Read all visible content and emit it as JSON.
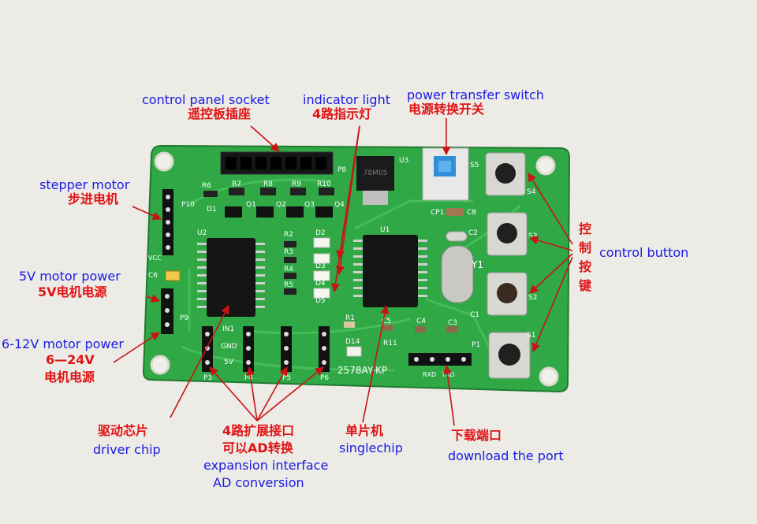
{
  "colors": {
    "english_label": "#1a1ae6",
    "chinese_label": "#e01414",
    "pcb": "#2fa845",
    "background": "#ecebe6"
  },
  "labels": {
    "control_panel_socket_en": "control panel socket",
    "control_panel_socket_zh": "遥控板插座",
    "indicator_light_en": "indicator light",
    "indicator_light_zh": "4路指示灯",
    "power_switch_en": "power transfer switch",
    "power_switch_zh": "电源转换开关",
    "stepper_motor_en": "stepper motor",
    "stepper_motor_zh": "步进电机",
    "motor_5v_en": "5V motor power",
    "motor_5v_zh_bold": "5V",
    "motor_5v_zh": "电机电源",
    "motor_6_12v_en": "6-12V motor power",
    "motor_6_24v_zh_1": "6—24V",
    "motor_6_24v_zh_2": "电机电源",
    "control_key_zh_1": "控",
    "control_key_zh_2": "制",
    "control_key_zh_3": "按",
    "control_key_zh_4": "键",
    "control_button_en": "control button",
    "driver_chip_zh": "驱动芯片",
    "driver_chip_en": "driver chip",
    "expansion_zh_1": "4路扩展接口",
    "expansion_zh_2a": "可以",
    "expansion_zh_2b": "AD",
    "expansion_zh_2c": "转换",
    "expansion_en_1": "expansion interface",
    "expansion_en_2": "AD conversion",
    "singlechip_zh": "单片机",
    "singlechip_en": "singlechip",
    "download_zh": "下载端口",
    "download_en": "download the port"
  },
  "silkscreen": {
    "board_id": "2578AY-KP",
    "p8": "P8",
    "p10": "P10",
    "p9": "P9",
    "p1": "P1",
    "p3": "P3",
    "p4": "P4",
    "p5": "P5",
    "p6": "P6",
    "u1": "U1",
    "u2": "U2",
    "u3": "U3",
    "y1": "Y1",
    "s1": "S1",
    "s2": "S2",
    "s3": "S3",
    "s4": "S4",
    "s5": "S5",
    "c1": "C1",
    "c2": "C2",
    "c3": "C3",
    "c4": "C4",
    "c5": "C5",
    "c6": "C6",
    "c8": "C8",
    "cp1": "CP1",
    "r1": "R1",
    "r2": "R2",
    "r3": "R3",
    "r4": "R4",
    "r5": "R5",
    "r6": "R6",
    "r7": "R7",
    "r8": "R8",
    "r9": "R9",
    "r10": "R10",
    "r11": "R11",
    "d1": "D1",
    "d2": "D2",
    "d3": "D3",
    "d4": "D4",
    "d5": "D5",
    "d14": "D14",
    "q1": "Q1",
    "q2": "Q2",
    "q3": "Q3",
    "q4": "Q4",
    "in1": "IN1",
    "gnd": "GND",
    "v5": "5V",
    "vcc": "VCC",
    "rxd": "RXD",
    "txd": "TXD"
  }
}
